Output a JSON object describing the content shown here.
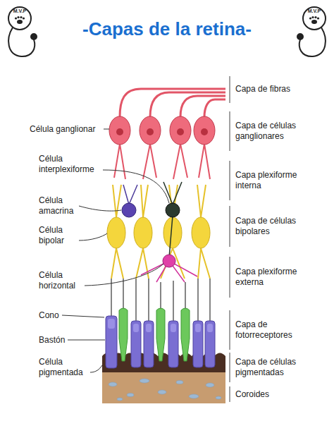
{
  "diagram": {
    "title": "-Capas de la retina-",
    "labels": [
      "M.V.P",
      "M.V.P",
      "Célula ganglionar",
      "Célula interplexiforme",
      "Célula amacrina",
      "Célula bipolar",
      "Célula horizontal",
      "Cono",
      "Bastón",
      "Célula pigmentada",
      "Capa de fibras",
      "Capa de células ganglionares",
      "Capa plexiforme interna",
      "Capa de células bipolares",
      "Capa plexiforme externa",
      "Capa de fotorreceptores",
      "Capa de células pigmentadas",
      "Coroides"
    ]
  }
}
